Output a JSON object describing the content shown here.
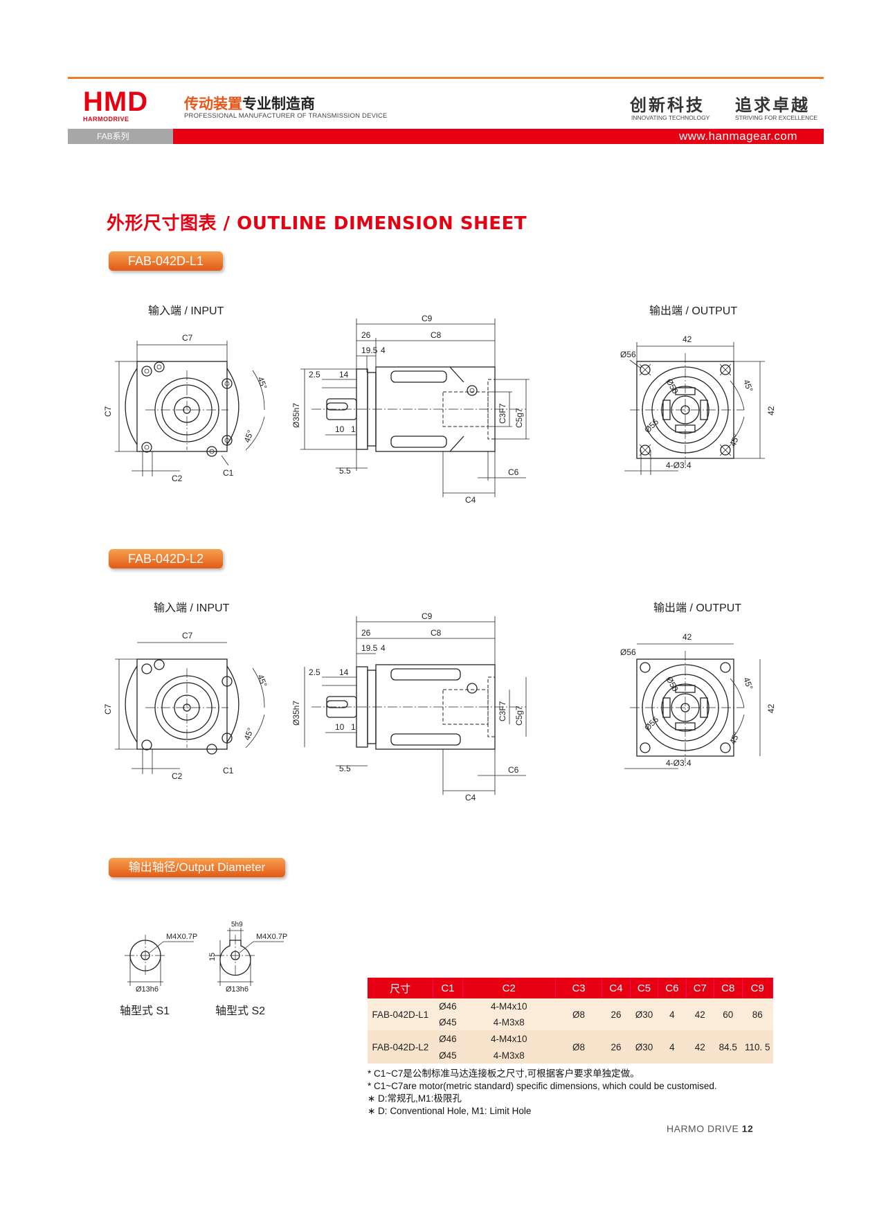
{
  "header": {
    "logo_text": "HMD",
    "logo_sub": "HARMODRIVE",
    "tagline_cn_a": "传动装置",
    "tagline_cn_b": "专业制造商",
    "tagline_en": "PROFESSIONAL MANUFACTURER OF TRANSMISSION DEVICE",
    "slogan1_cn": "创新科技",
    "slogan1_en": "INNOVATING TECHNOLOGY",
    "slogan2_cn": "追求卓越",
    "slogan2_en": "STRIVING FOR EXCELLENCE",
    "series": "FAB系列",
    "website": "www.hanmagear.com"
  },
  "title": "外形尺寸图表 / OUTLINE DIMENSION SHEET",
  "sections": [
    {
      "badge": "FAB-042D-L1",
      "input_label": "输入端 / INPUT",
      "output_label": "输出端 / OUTPUT"
    },
    {
      "badge": "FAB-042D-L2",
      "input_label": "输入端 / INPUT",
      "output_label": "输出端 / OUTPUT"
    }
  ],
  "dims": {
    "c9": "C9",
    "c8": "C8",
    "c7": "C7",
    "c6": "C6",
    "c5": "C5g7",
    "c4": "C4",
    "c3": "C3F7",
    "c2": "C2",
    "c1": "C1",
    "d26": "26",
    "d195": "19.5",
    "d4": "4",
    "d25": "2.5",
    "d14": "14",
    "d10": "10",
    "d1": "1",
    "d55": "5.5",
    "d35": "Ø35h7",
    "d42": "42",
    "d56": "Ø56",
    "d50": "Ø50",
    "hole": "4-Ø3.4",
    "a45": "45°"
  },
  "output_diameter": {
    "badge": "输出轴径/Output Diameter",
    "s1_label": "轴型式 S1",
    "s2_label": "轴型式 S2",
    "thread": "M4X0.7P",
    "dia": "Ø13h6",
    "key": "5h9",
    "h15": "15"
  },
  "table": {
    "headers": [
      "尺寸",
      "C1",
      "C2",
      "C3",
      "C4",
      "C5",
      "C6",
      "C7",
      "C8",
      "C9"
    ],
    "rows": [
      {
        "model": "FAB-042D-L1",
        "c1a": "Ø46",
        "c1b": "Ø45",
        "c2a": "4-M4x10",
        "c2b": "4-M3x8",
        "c3": "Ø8",
        "c4": "26",
        "c5": "Ø30",
        "c6": "4",
        "c7": "42",
        "c8": "60",
        "c9": "86"
      },
      {
        "model": "FAB-042D-L2",
        "c1a": "Ø46",
        "c1b": "Ø45",
        "c2a": "4-M4x10",
        "c2b": "4-M3x8",
        "c3": "Ø8",
        "c4": "26",
        "c5": "Ø30",
        "c6": "4",
        "c7": "42",
        "c8": "84.5",
        "c9": "110. 5"
      }
    ]
  },
  "notes": [
    "* C1~C7是公制标准马达连接板之尺寸,可根据客户要求单独定做。",
    "* C1~C7are motor(metric standard)  specific dimensions, which could be customised.",
    "∗ D:常规孔,M1:极限孔",
    "∗ D: Conventional Hole, M1: Limit Hole"
  ],
  "footer": {
    "brand": "HARMO DRIVE",
    "page": "12"
  }
}
